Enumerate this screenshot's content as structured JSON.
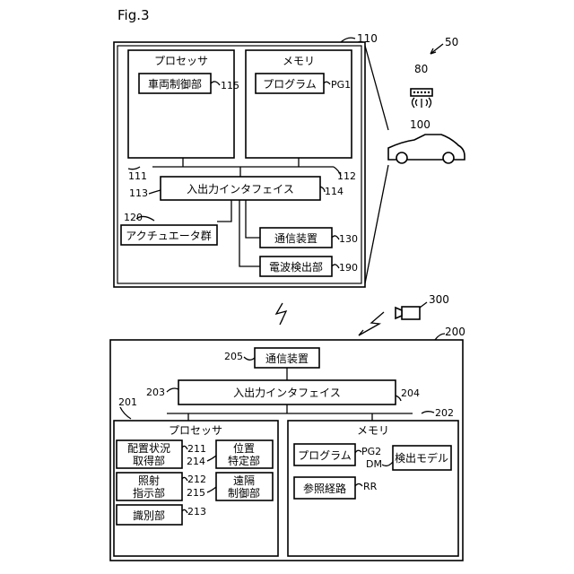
{
  "figure": {
    "label": "Fig.3"
  },
  "vehicle_system": {
    "ref": "110",
    "processor": {
      "label": "プロセッサ",
      "ref": "111",
      "vehicle_control": {
        "label": "車両制御部",
        "ref": "115"
      }
    },
    "memory": {
      "label": "メモリ",
      "ref": "112",
      "program": {
        "label": "プログラム",
        "ref": "PG1"
      }
    },
    "io_interface": {
      "label": "入出力インタフェイス",
      "ref": "113",
      "bus_ref": "114"
    },
    "actuators": {
      "label": "アクチュエータ群",
      "ref": "120"
    },
    "comm_device": {
      "label": "通信装置",
      "ref": "130"
    },
    "radio_detector": {
      "label": "電波検出部",
      "ref": "190"
    }
  },
  "scene": {
    "system_ref": "50",
    "beacon_ref": "80",
    "vehicle_ref": "100",
    "camera_ref": "300"
  },
  "server": {
    "ref": "200",
    "comm_device": {
      "label": "通信装置",
      "ref": "205"
    },
    "io_interface": {
      "label": "入出力インタフェイス",
      "ref": "203",
      "bus_ref": "204"
    },
    "processor": {
      "label": "プロセッサ",
      "ref": "201",
      "placement": {
        "line1": "配置状況",
        "line2": "取得部",
        "ref": "211"
      },
      "position": {
        "line1": "位置",
        "line2": "特定部",
        "ref": "214"
      },
      "irradiation": {
        "line1": "照射",
        "line2": "指示部",
        "ref": "212"
      },
      "remote": {
        "line1": "遠隔",
        "line2": "制御部",
        "ref": "215"
      },
      "identification": {
        "label": "識別部",
        "ref": "213"
      }
    },
    "memory": {
      "label": "メモリ",
      "ref": "202",
      "program": {
        "label": "プログラム",
        "ref": "PG2"
      },
      "detection_model": {
        "label": "検出モデル",
        "ref": "DM"
      },
      "reference_route": {
        "label": "参照経路",
        "ref": "RR"
      }
    }
  }
}
